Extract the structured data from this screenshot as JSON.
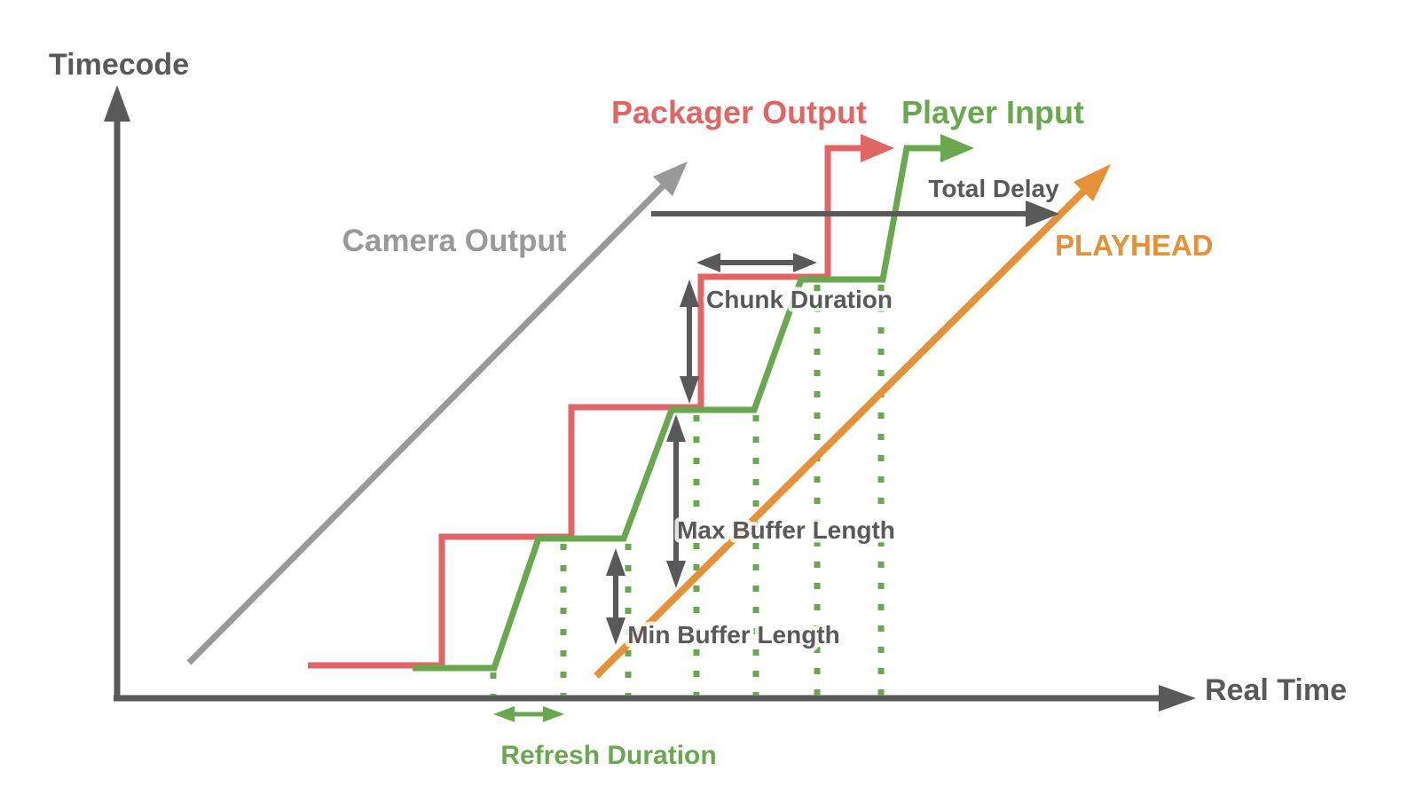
{
  "labels": {
    "y_axis": "Timecode",
    "x_axis": "Real Time",
    "camera": "Camera Output",
    "packager": "Packager Output",
    "player": "Player Input",
    "playhead": "PLAYHEAD",
    "total_delay": "Total Delay",
    "chunk_duration": "Chunk Duration",
    "max_buffer": "Max Buffer Length",
    "min_buffer": "Min Buffer Length",
    "refresh_duration": "Refresh Duration"
  },
  "colors": {
    "axis": "#595959",
    "camera": "#999999",
    "packager": "#e06666",
    "player": "#6aa84f",
    "playhead": "#e69138"
  }
}
